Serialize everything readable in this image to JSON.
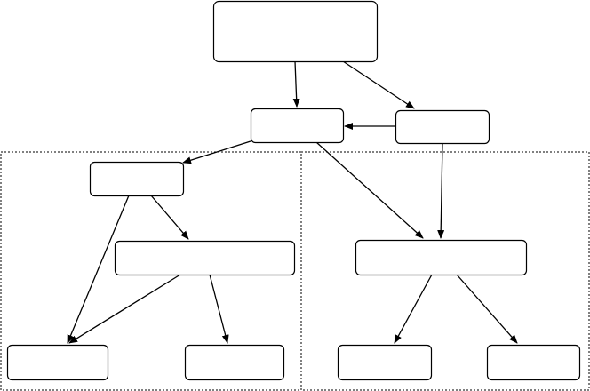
{
  "diagram": {
    "colors": {
      "stroke": "#000000",
      "fill": "#ffffff",
      "background": "#ffffff"
    },
    "groups": [
      {
        "id": "left-region",
        "border": "dotted"
      },
      {
        "id": "right-region",
        "border": "dotted"
      }
    ],
    "nodes": [
      {
        "id": "root",
        "label": ""
      },
      {
        "id": "mid-left",
        "label": ""
      },
      {
        "id": "mid-right",
        "label": ""
      },
      {
        "id": "left-top",
        "label": ""
      },
      {
        "id": "left-wide",
        "label": ""
      },
      {
        "id": "left-bottom-1",
        "label": ""
      },
      {
        "id": "left-bottom-2",
        "label": ""
      },
      {
        "id": "right-wide",
        "label": ""
      },
      {
        "id": "right-bottom-1",
        "label": ""
      },
      {
        "id": "right-bottom-2",
        "label": ""
      }
    ],
    "edges": [
      {
        "from": "root",
        "to": "mid-left"
      },
      {
        "from": "root",
        "to": "mid-right"
      },
      {
        "from": "mid-right",
        "to": "mid-left"
      },
      {
        "from": "mid-left",
        "to": "left-top"
      },
      {
        "from": "mid-left",
        "to": "right-wide"
      },
      {
        "from": "mid-right",
        "to": "right-wide"
      },
      {
        "from": "left-top",
        "to": "left-wide"
      },
      {
        "from": "left-top",
        "to": "left-bottom-1"
      },
      {
        "from": "left-wide",
        "to": "left-bottom-1"
      },
      {
        "from": "left-wide",
        "to": "left-bottom-2"
      },
      {
        "from": "right-wide",
        "to": "right-bottom-1"
      },
      {
        "from": "right-wide",
        "to": "right-bottom-2"
      }
    ]
  }
}
